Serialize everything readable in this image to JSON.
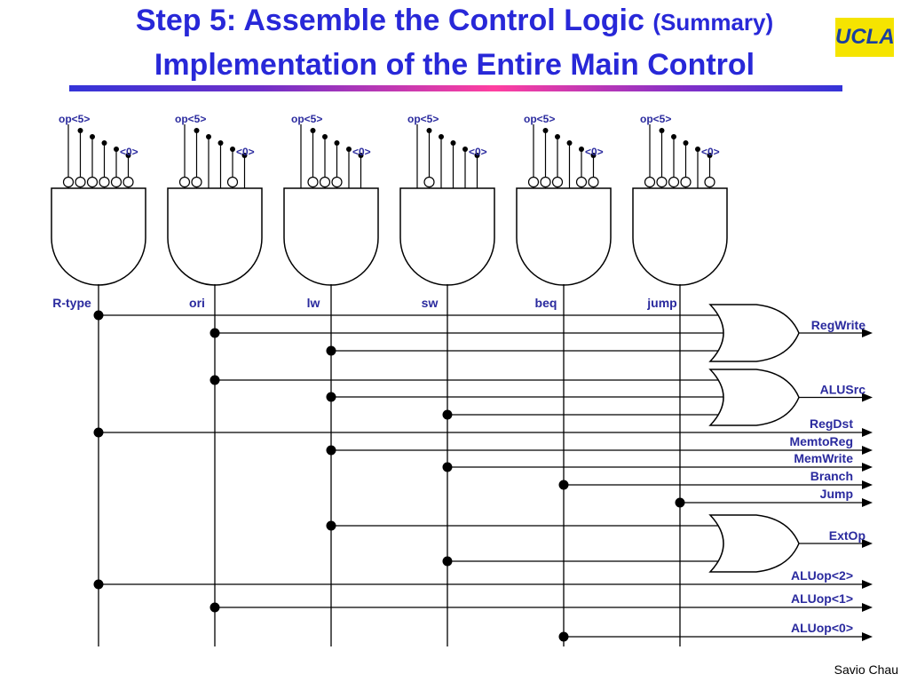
{
  "slide": {
    "title_main": "Step 5: Assemble the Control Logic",
    "title_suffix": "(Summary)",
    "subtitle": "Implementation of the Entire Main Control",
    "logo": "UCLA",
    "author": "Savio Chau",
    "accent_color": "#2828d8"
  },
  "decoder": {
    "op_high_label": "op<5>",
    "op_low_label": "<0>",
    "gates": [
      {
        "name": "R-type",
        "inverted": [
          true,
          true,
          true,
          true,
          true,
          true
        ]
      },
      {
        "name": "ori",
        "inverted": [
          true,
          true,
          false,
          false,
          true,
          false
        ]
      },
      {
        "name": "lw",
        "inverted": [
          false,
          true,
          true,
          true,
          false,
          false
        ]
      },
      {
        "name": "sw",
        "inverted": [
          false,
          true,
          false,
          false,
          false,
          false
        ]
      },
      {
        "name": "beq",
        "inverted": [
          true,
          true,
          true,
          false,
          true,
          true
        ]
      },
      {
        "name": "jump",
        "inverted": [
          true,
          true,
          true,
          true,
          false,
          true
        ]
      }
    ]
  },
  "outputs": [
    {
      "name": "RegWrite",
      "or_inputs": [
        "R-type",
        "ori",
        "lw"
      ]
    },
    {
      "name": "ALUSrc",
      "or_inputs": [
        "ori",
        "lw",
        "sw"
      ]
    },
    {
      "name": "RegDst",
      "source": "R-type"
    },
    {
      "name": "MemtoReg",
      "source": "lw"
    },
    {
      "name": "MemWrite",
      "source": "sw"
    },
    {
      "name": "Branch",
      "source": "beq"
    },
    {
      "name": "Jump",
      "source": "jump"
    },
    {
      "name": "ExtOp",
      "or_inputs": [
        "lw",
        "sw"
      ]
    },
    {
      "name": "ALUop<2>",
      "source": "R-type"
    },
    {
      "name": "ALUop<1>",
      "source": "ori"
    },
    {
      "name": "ALUop<0>",
      "source": "beq"
    }
  ]
}
